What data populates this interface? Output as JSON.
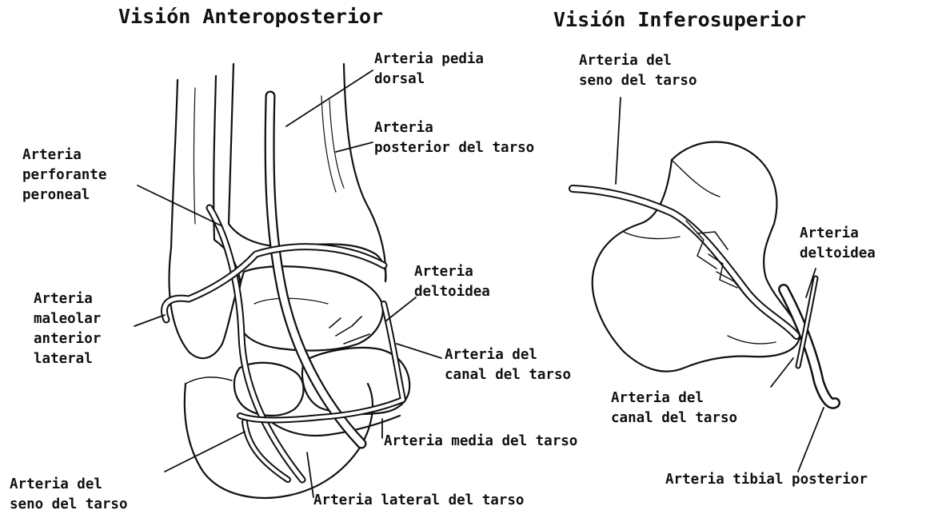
{
  "titles": {
    "anteroposterior": "Visión Anteroposterior",
    "inferosuperior": "Visión Inferosuperior"
  },
  "labels": {
    "pedia_dorsal": [
      "Arteria pedia",
      "dorsal"
    ],
    "posterior_tarso": [
      "Arteria",
      "posterior del tarso"
    ],
    "perforante_peroneal": [
      "Arteria",
      "perforante",
      "peroneal"
    ],
    "maleolar_anterior_lateral": [
      "Arteria",
      "maleolar",
      "anterior",
      "lateral"
    ],
    "deltoidea_left": [
      "Arteria",
      "deltoidea"
    ],
    "canal_tarso_left": [
      "Arteria del",
      "canal del tarso"
    ],
    "media_tarso": [
      "Arteria media del tarso"
    ],
    "seno_tarso_left": [
      "Arteria del",
      "seno del tarso"
    ],
    "lateral_tarso": [
      "Arteria lateral del tarso"
    ],
    "seno_tarso_right": [
      "Arteria del",
      "seno del tarso"
    ],
    "deltoidea_right": [
      "Arteria",
      "deltoidea"
    ],
    "canal_tarso_right": [
      "Arteria del",
      "canal del tarso"
    ],
    "tibial_posterior": [
      "Arteria tibial posterior"
    ]
  },
  "colors": {
    "ink": "#111111",
    "paper": "#ffffff"
  }
}
